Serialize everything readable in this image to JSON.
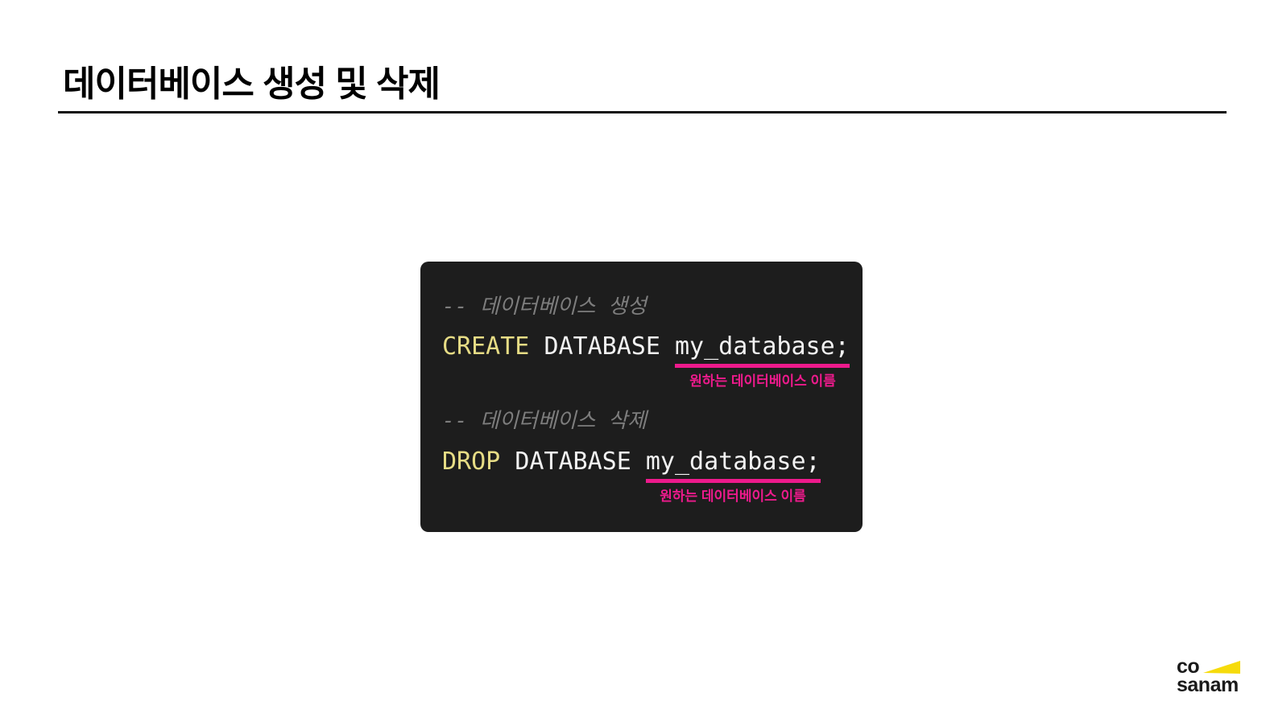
{
  "page": {
    "title": "데이터베이스 생성 및 삭제"
  },
  "code_block": {
    "sections": [
      {
        "comment": "-- 데이터베이스 생성",
        "keyword": "CREATE",
        "object_word": "DATABASE",
        "db_name": "my_database;",
        "annotation": "원하는 데이터베이스 이름"
      },
      {
        "comment": "-- 데이터베이스 삭제",
        "keyword": "DROP",
        "object_word": "DATABASE",
        "db_name": "my_database;",
        "annotation": "원하는 데이터베이스 이름"
      }
    ]
  },
  "logo": {
    "line1": "co",
    "line2": "sanam"
  },
  "colors": {
    "code_background": "#1d1d1d",
    "keyword_yellow": "#e6dc85",
    "code_text_white": "#f2f2f2",
    "comment_gray": "#7d7d7d",
    "accent_pink": "#ed1a8c",
    "logo_yellow": "#f6db0b",
    "title_black": "#000000"
  }
}
